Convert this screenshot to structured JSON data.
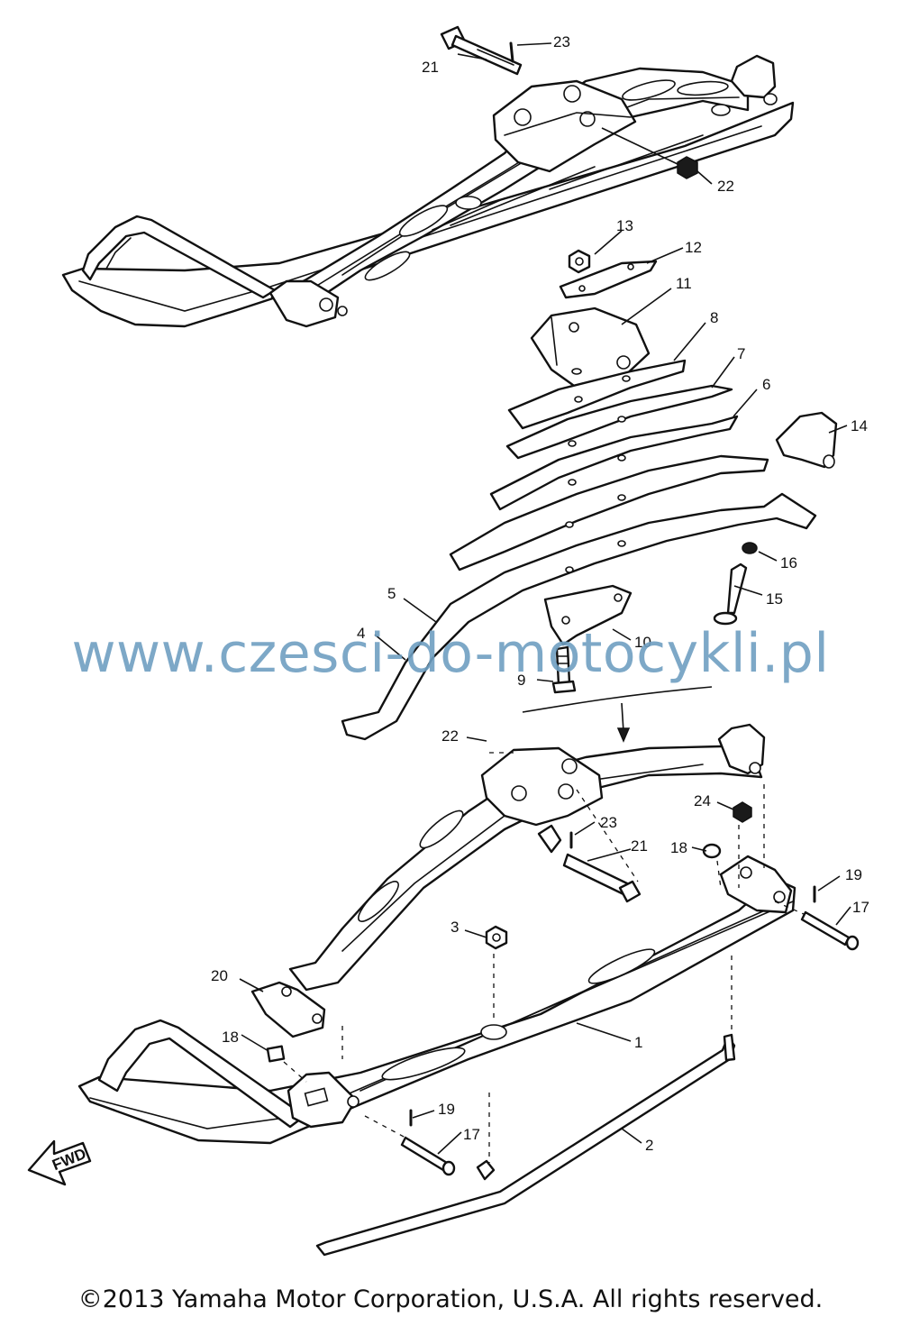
{
  "watermark": "www.czesci-do-motocykli.pl",
  "copyright": "©2013 Yamaha Motor Corporation, U.S.A. All rights reserved.",
  "fwd_label": "FWD",
  "callouts": {
    "c1": "1",
    "c2": "2",
    "c3": "3",
    "c4": "4",
    "c5": "5",
    "c6": "6",
    "c7": "7",
    "c8": "8",
    "c9": "9",
    "c10": "10",
    "c11": "11",
    "c12": "12",
    "c13": "13",
    "c14": "14",
    "c15": "15",
    "c16": "16",
    "c17a": "17",
    "c17b": "17",
    "c18a": "18",
    "c18b": "18",
    "c19a": "19",
    "c19b": "19",
    "c20": "20",
    "c21a": "21",
    "c21b": "21",
    "c22a": "22",
    "c22b": "22",
    "c23a": "23",
    "c23b": "23",
    "c24": "24"
  }
}
